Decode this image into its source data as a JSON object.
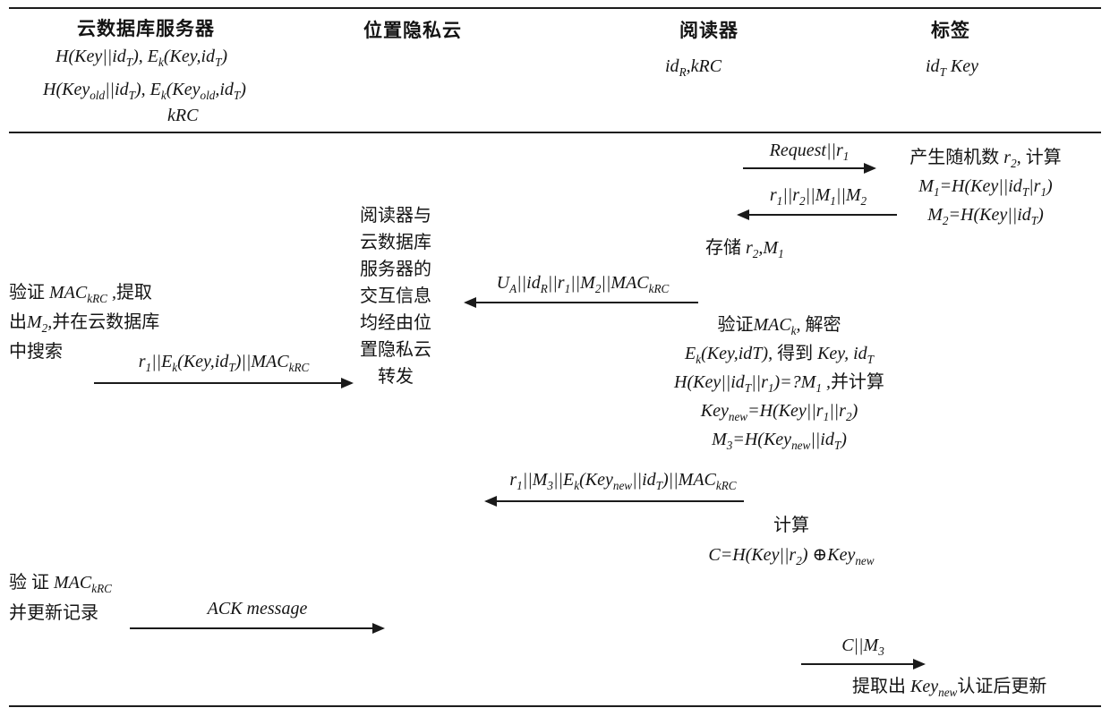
{
  "entities": {
    "server": {
      "title": "云数据库服务器",
      "knowledge": [
        "H(Key||id_{T}), E_{k}(Key,id_{T})",
        "H(Key_{old}||id_{T}), E_{k}(Key_{old},id_{T})",
        "kRC"
      ]
    },
    "privacy_cloud": {
      "title": "位置隐私云"
    },
    "reader": {
      "title": "阅读器",
      "knowledge": "id_{R},kRC"
    },
    "tag": {
      "title": "标签",
      "knowledge": "id_{T} Key"
    }
  },
  "messages": {
    "m1": {
      "label": "Request||r_{1}",
      "direction": "right"
    },
    "m2": {
      "label": "r_{1}||r_{2}||M_{1}||M_{2}",
      "direction": "left"
    },
    "m3": {
      "label": "U_{A}||id_{R}||r_{1}||M_{2}||MAC_{kRC}",
      "direction": "left"
    },
    "m4": {
      "label": "r_{1}||E_{k}(Key,id_{T})||MAC_{kRC}",
      "direction": "right"
    },
    "m5": {
      "label": "r_{1}||M_{3}||E_{k}(Key_{new}||id_{T})||MAC_{kRC}",
      "direction": "left"
    },
    "m6": {
      "label": "ACK message",
      "direction": "right"
    },
    "m7": {
      "label": "C||M_{3}",
      "direction": "right"
    }
  },
  "notes": {
    "tag_compute1": [
      "产生随机数 r_{2}, 计算",
      "M_{1}=H(Key||id_{T}|r_{1})",
      "M_{2}=H(Key||id_{T})"
    ],
    "reader_store": "存储 r_{2},M_{1}",
    "server_verify1": [
      "验证 MAC_{kRC} ,提取",
      "出M_{2},并在云数据库",
      "中搜索"
    ],
    "privacy_cloud_note": [
      "阅读器与",
      "云数据库",
      "服务器的",
      "交互信息",
      "均经由位",
      "置隐私云",
      "转发"
    ],
    "reader_compute": [
      "验证MAC_{k}, 解密",
      "E_{k}(Key,idT), 得到 Key, id_{T}",
      "H(Key||id_{T}||r_{1})=?M_{1} ,并计算",
      "Key_{new}=H(Key||r_{1}||r_{2})",
      "M_{3}=H(Key_{new}||id_{T})"
    ],
    "reader_compute2": [
      "计算",
      "C=H(Key||r_{2}) ⊕Key_{new}"
    ],
    "server_verify2": [
      "验 证 MAC_{kRC}",
      "并更新记录"
    ],
    "tag_final": "提取出 Key_{new}认证后更新"
  }
}
